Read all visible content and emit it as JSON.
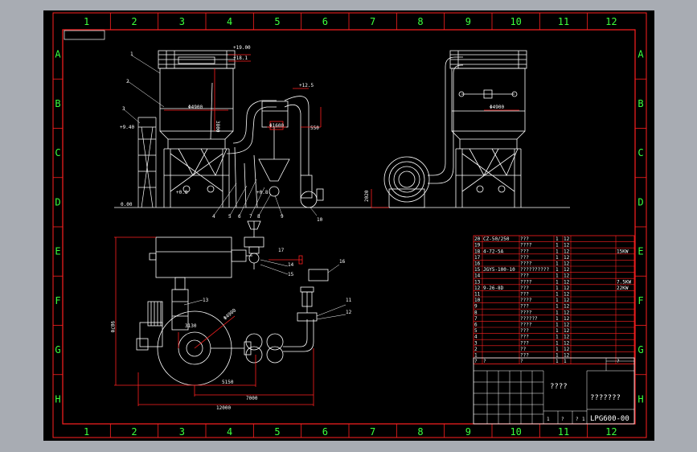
{
  "columns": [
    "1",
    "2",
    "3",
    "4",
    "5",
    "6",
    "7",
    "8",
    "9",
    "10",
    "11",
    "12"
  ],
  "rows": [
    "A",
    "B",
    "C",
    "D",
    "E",
    "F",
    "G",
    "H"
  ],
  "colors": {
    "frame": "#ff2020",
    "lines": "#ffffff",
    "zone_labels": "#3cff3c",
    "paper": "#000000",
    "background": "#a8acb3"
  },
  "elevation": {
    "dim_top1": "+19.00",
    "dim_top2": "+18.1",
    "dim_top3": "+12.5",
    "diameter_main": "Φ4900",
    "height_dim": "3800",
    "diameter_cyclone": "Φ1600",
    "dim_550": "550",
    "left_level": "+9.40",
    "ground": "0.00",
    "base1": "+0.8",
    "base2": "+0.8",
    "lower_height": "2020",
    "callouts": [
      "1",
      "2",
      "3",
      "4",
      "5",
      "6",
      "7",
      "8",
      "9",
      "10"
    ],
    "right_diameter": "Φ4900"
  },
  "plan": {
    "height_9870": "9870",
    "width_12000": "12000",
    "dim_7000": "7000",
    "dim_5150": "5150",
    "dim_3130": "3130",
    "dim_4900": "Φ4900",
    "callouts": [
      "11",
      "12",
      "13",
      "14",
      "15",
      "16",
      "17"
    ]
  },
  "parts_table": {
    "rows": [
      [
        "20",
        "CZ-50/250",
        "???",
        "1",
        "12",
        ""
      ],
      [
        "19",
        "",
        "????",
        "1",
        "12",
        ""
      ],
      [
        "18",
        "4-72-5A",
        "???",
        "1",
        "12",
        "15KW"
      ],
      [
        "17",
        "",
        "???",
        "1",
        "12",
        ""
      ],
      [
        "16",
        "",
        "????",
        "1",
        "12",
        ""
      ],
      [
        "15",
        "JGY5-100-10",
        "??????????",
        "1",
        "12",
        ""
      ],
      [
        "14",
        "",
        "???",
        "1",
        "12",
        ""
      ],
      [
        "13",
        "",
        "????",
        "1",
        "12",
        "7.5KW"
      ],
      [
        "12",
        "9-26-8D",
        "???",
        "1",
        "12",
        "22KW"
      ],
      [
        "11",
        "",
        "???",
        "1",
        "12",
        ""
      ],
      [
        "10",
        "",
        "????",
        "1",
        "12",
        ""
      ],
      [
        "9",
        "",
        "???",
        "1",
        "12",
        ""
      ],
      [
        "8",
        "",
        "????",
        "1",
        "12",
        ""
      ],
      [
        "7",
        "",
        "??????",
        "1",
        "12",
        ""
      ],
      [
        "6",
        "",
        "????",
        "1",
        "12",
        ""
      ],
      [
        "5",
        "",
        "???",
        "1",
        "12",
        ""
      ],
      [
        "4",
        "",
        "???",
        "1",
        "12",
        ""
      ],
      [
        "3",
        "",
        "???",
        "1",
        "12",
        ""
      ],
      [
        "2",
        "",
        "??",
        "1",
        "12",
        ""
      ],
      [
        "1",
        "",
        "???",
        "1",
        "12",
        ""
      ]
    ],
    "header": [
      "?",
      "?",
      "?",
      "1",
      "1",
      "?"
    ]
  },
  "title_block": {
    "name": "????",
    "org": "???????",
    "drawing_no": "LPG600-00",
    "scale_cells": [
      "1",
      "?",
      "?",
      "1"
    ]
  }
}
